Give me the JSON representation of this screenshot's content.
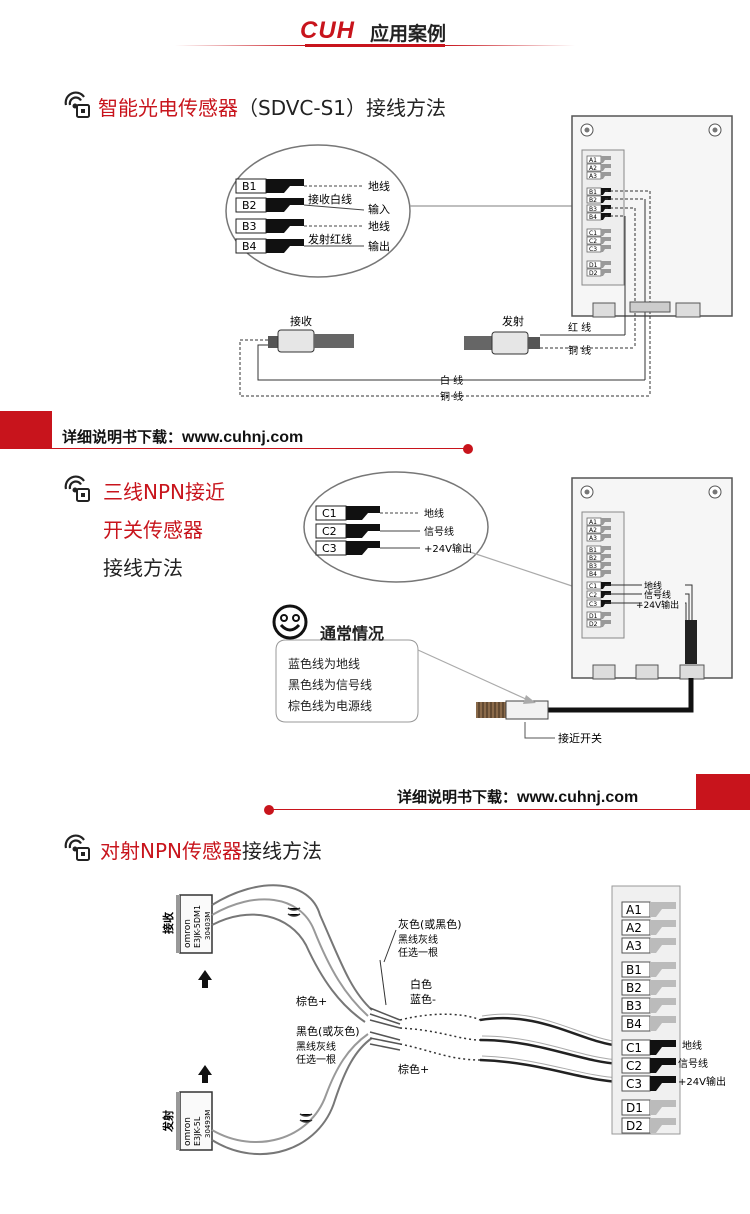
{
  "header": {
    "brand": "CUH",
    "title": "应用案例"
  },
  "section1": {
    "title_red": "智能光电传感器",
    "title_rest": "（SDVC-S1）接线方法",
    "callout_terminals": [
      "B1",
      "B2",
      "B3",
      "B4"
    ],
    "callout_labels": {
      "recv_white": "接收白线",
      "emit_red": "发射红线",
      "ground1": "地线",
      "input": "输入",
      "ground2": "地线",
      "output": "输出"
    },
    "controller_terminals": [
      "A1",
      "A2",
      "A3",
      "B1",
      "B2",
      "B3",
      "B4",
      "C1",
      "C2",
      "C3",
      "D1",
      "D2"
    ],
    "sensor_labels": {
      "receive": "接收",
      "emit": "发射"
    },
    "wire_labels": {
      "red": "红 线",
      "copper1": "铜 线",
      "white": "白 线",
      "copper2": "铜 线"
    }
  },
  "download1": {
    "label": "详细说明书下载：",
    "url": "www.cuhnj.com"
  },
  "section2": {
    "title_line1": "三线NPN接近",
    "title_line2": "开关传感器",
    "title_line3": "接线方法",
    "callout_terminals": [
      "C1",
      "C2",
      "C3"
    ],
    "callout_labels": [
      "地线",
      "信号线",
      "+24V输出"
    ],
    "controller_terminals": [
      "A1",
      "A2",
      "A3",
      "B1",
      "B2",
      "B3",
      "B4",
      "C1",
      "C2",
      "C3",
      "D1",
      "D2"
    ],
    "controller_labels": [
      "地线",
      "信号线",
      "+24V输出"
    ],
    "note": {
      "title": "通常情况",
      "lines": [
        "蓝色线为地线",
        "黑色线为信号线",
        "棕色线为电源线"
      ]
    },
    "switch_label": "接近开关"
  },
  "download2": {
    "label": "详细说明书下载：",
    "url": "www.cuhnj.com"
  },
  "section3": {
    "title_red": "对射NPN传感器",
    "title_rest": "接线方法",
    "receiver": {
      "side_label": "接收",
      "brand": "omron",
      "model": "E3JK-5DM1",
      "code": "30403M"
    },
    "emitter": {
      "side_label": "发射",
      "brand": "omron",
      "model": "E3JK-5L",
      "code": "30493M"
    },
    "wire_labels": {
      "gray_or_black": "灰色(或黑色)",
      "pick_one_a1": "黑线灰线",
      "pick_one_a2": "任选一根",
      "white": "白色",
      "blue": "蓝色-",
      "brown_plus_top": "棕色+",
      "black_or_gray": "黑色(或灰色)",
      "pick_one_b1": "黑线灰线",
      "pick_one_b2": "任选一根",
      "brown_plus_bottom": "棕色+"
    },
    "terminals": [
      "A1",
      "A2",
      "A3",
      "B1",
      "B2",
      "B3",
      "B4",
      "C1",
      "C2",
      "C3",
      "D1",
      "D2"
    ],
    "terminal_labels": [
      "地线",
      "信号线",
      "+24V输出"
    ]
  },
  "colors": {
    "brand_red": "#c8141c",
    "text_dark": "#222222"
  }
}
